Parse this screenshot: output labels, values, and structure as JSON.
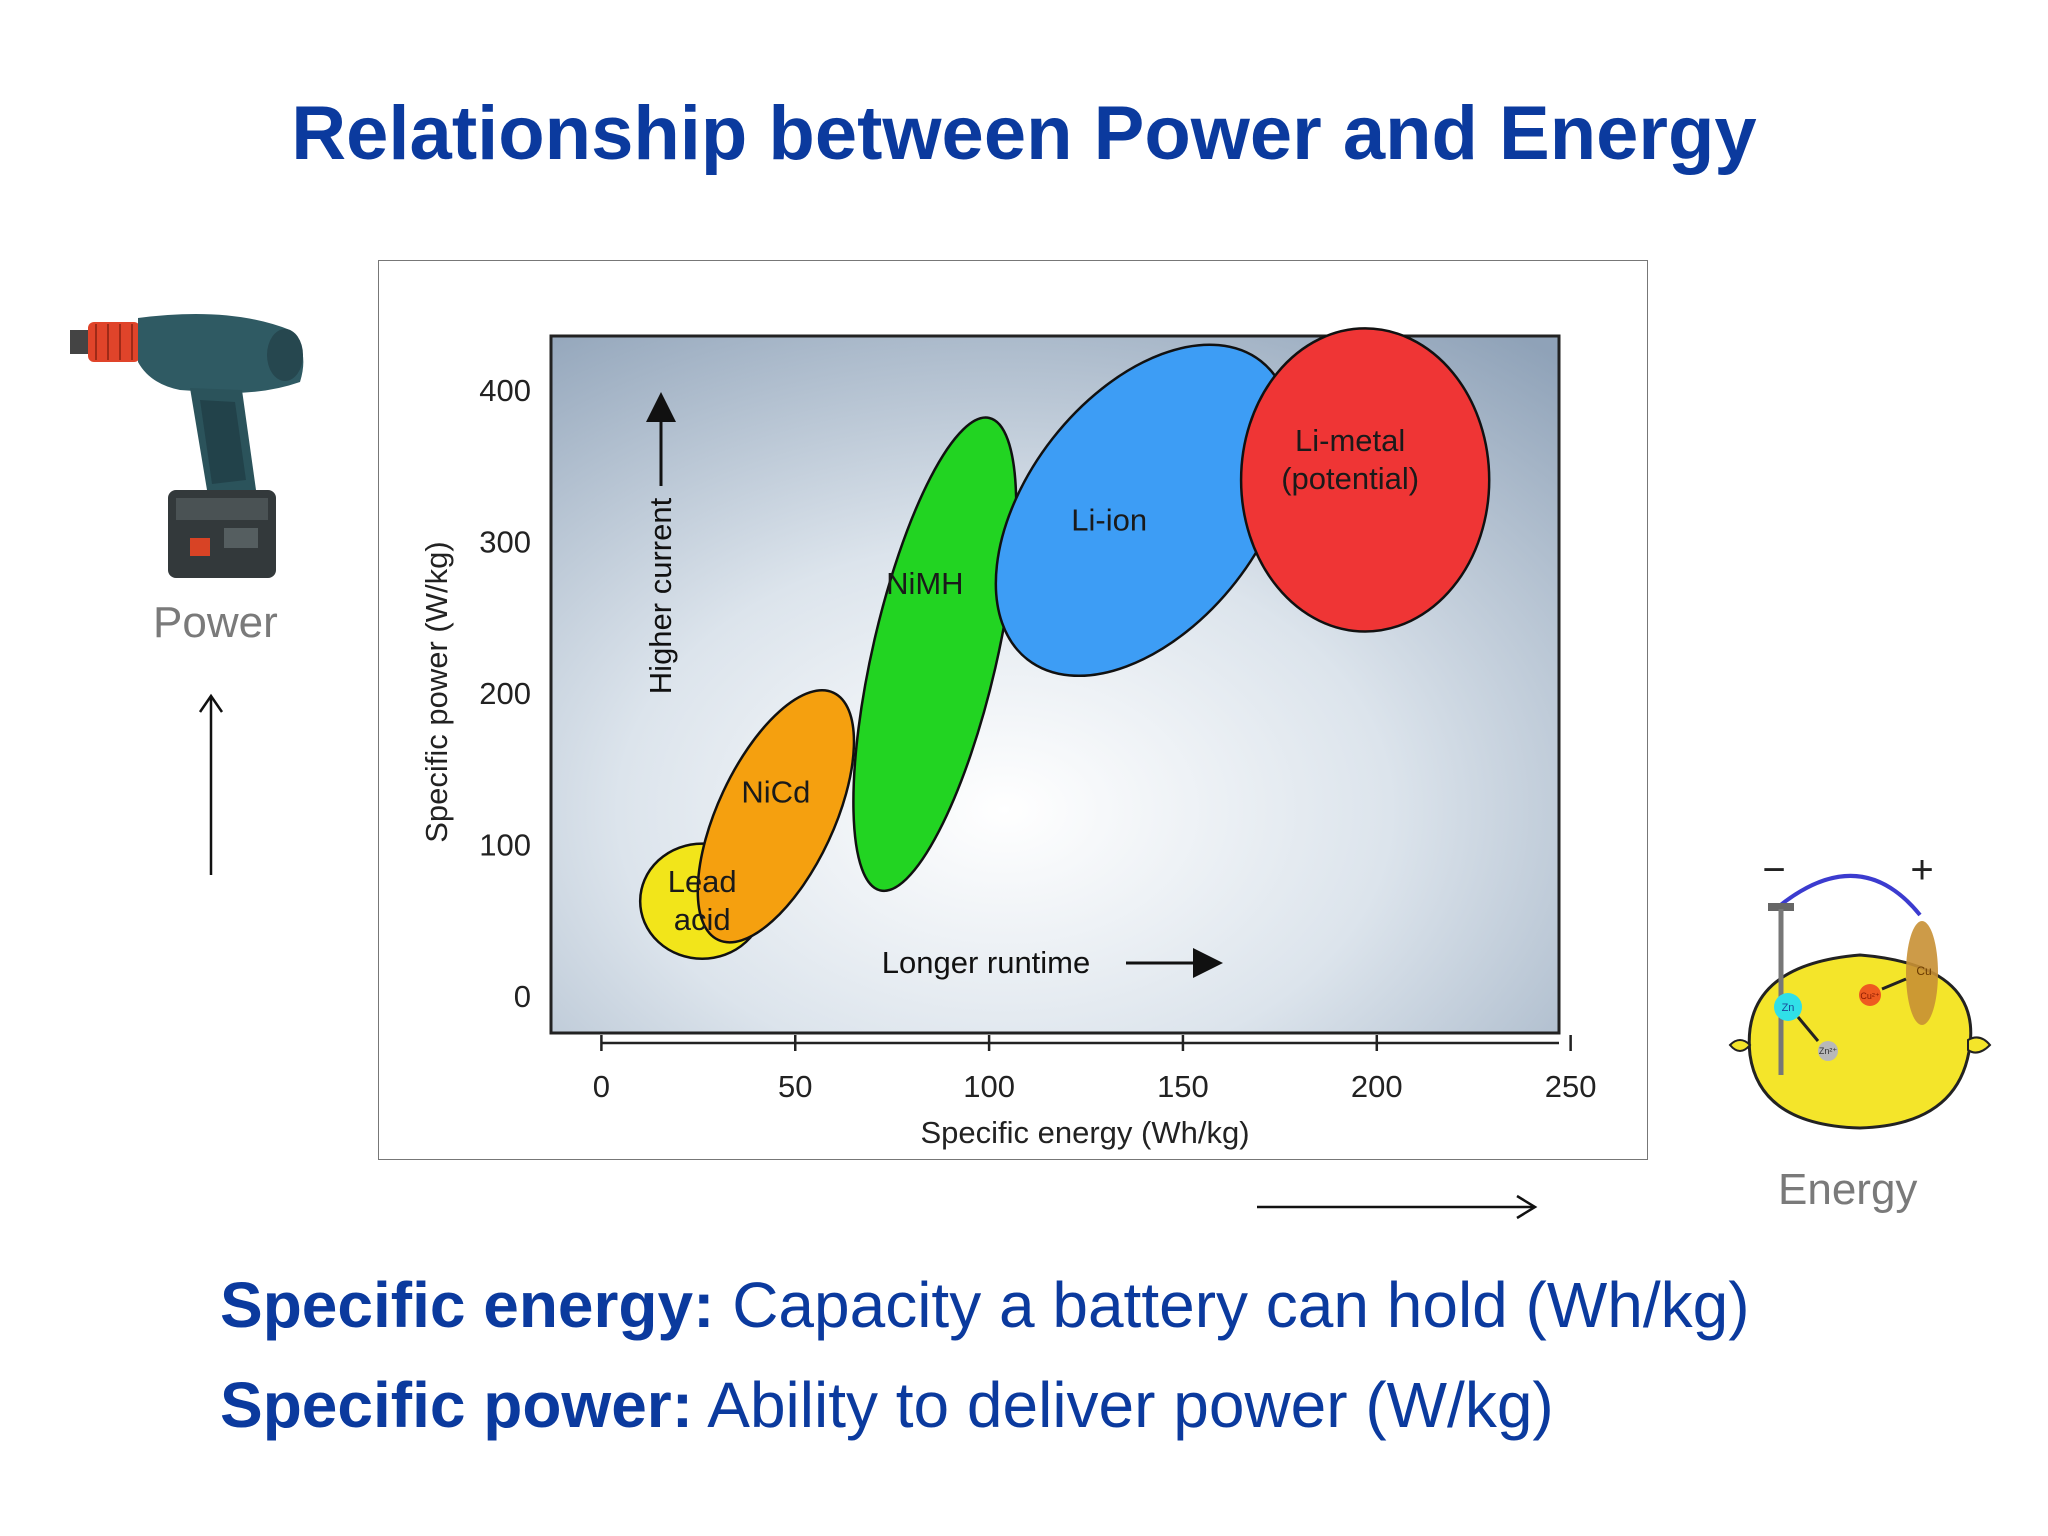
{
  "slide": {
    "title": "Relationship between Power and Energy",
    "power_label": "Power",
    "energy_label": "Energy"
  },
  "definitions": [
    {
      "term": "Specific energy:",
      "text": " Capacity a battery can hold (Wh/kg)"
    },
    {
      "term": "Specific power:",
      "text": " Ability to deliver power (W/kg)"
    }
  ],
  "illustrations": {
    "drill_icon": "cordless-drill-icon",
    "lemon_icon": "lemon-battery-icon",
    "lemon_labels": {
      "minus": "−",
      "plus": "+",
      "zn": "Zn",
      "zn_ion": "Zn²⁺",
      "cu": "Cu",
      "cu_ion": "Cu²⁺"
    }
  },
  "colors": {
    "title": "#0b3a9e",
    "lead_acid": "#f2e51a",
    "nicd": "#f5a00f",
    "nimh": "#22d422",
    "li_ion": "#3d9df5",
    "li_metal": "#ef3535"
  },
  "chart_data": {
    "type": "scatter",
    "title": "",
    "xlabel": "Specific energy (Wh/kg)",
    "ylabel": "Specific power (W/kg)",
    "xlim": [
      -13,
      247
    ],
    "ylim": [
      -25,
      435
    ],
    "xticks": [
      0,
      50,
      100,
      150,
      200,
      250
    ],
    "yticks": [
      0,
      100,
      200,
      300,
      400
    ],
    "grid": false,
    "regions": [
      {
        "name": "Lead\nacid",
        "cx": 26,
        "cy": 62,
        "rx": 16,
        "ry": 38,
        "rot": 0,
        "color": "#f2e51a"
      },
      {
        "name": "NiCd",
        "cx": 45,
        "cy": 118,
        "rx": 15,
        "ry": 90,
        "rot": 25,
        "color": "#f5a00f"
      },
      {
        "name": "NiMH",
        "cx": 86,
        "cy": 225,
        "rx": 16,
        "ry": 160,
        "rot": 13,
        "color": "#22d422"
      },
      {
        "name": "Li-ion",
        "cx": 140,
        "cy": 320,
        "rx": 30,
        "ry": 125,
        "rot": 38,
        "color": "#3d9df5"
      },
      {
        "name": "Li-metal\n(potential)",
        "cx": 197,
        "cy": 340,
        "rx": 32,
        "ry": 100,
        "rot": 0,
        "color": "#ef3535"
      }
    ],
    "annotations": [
      {
        "text": "Higher current",
        "direction": "up"
      },
      {
        "text": "Longer runtime",
        "direction": "right"
      }
    ]
  }
}
